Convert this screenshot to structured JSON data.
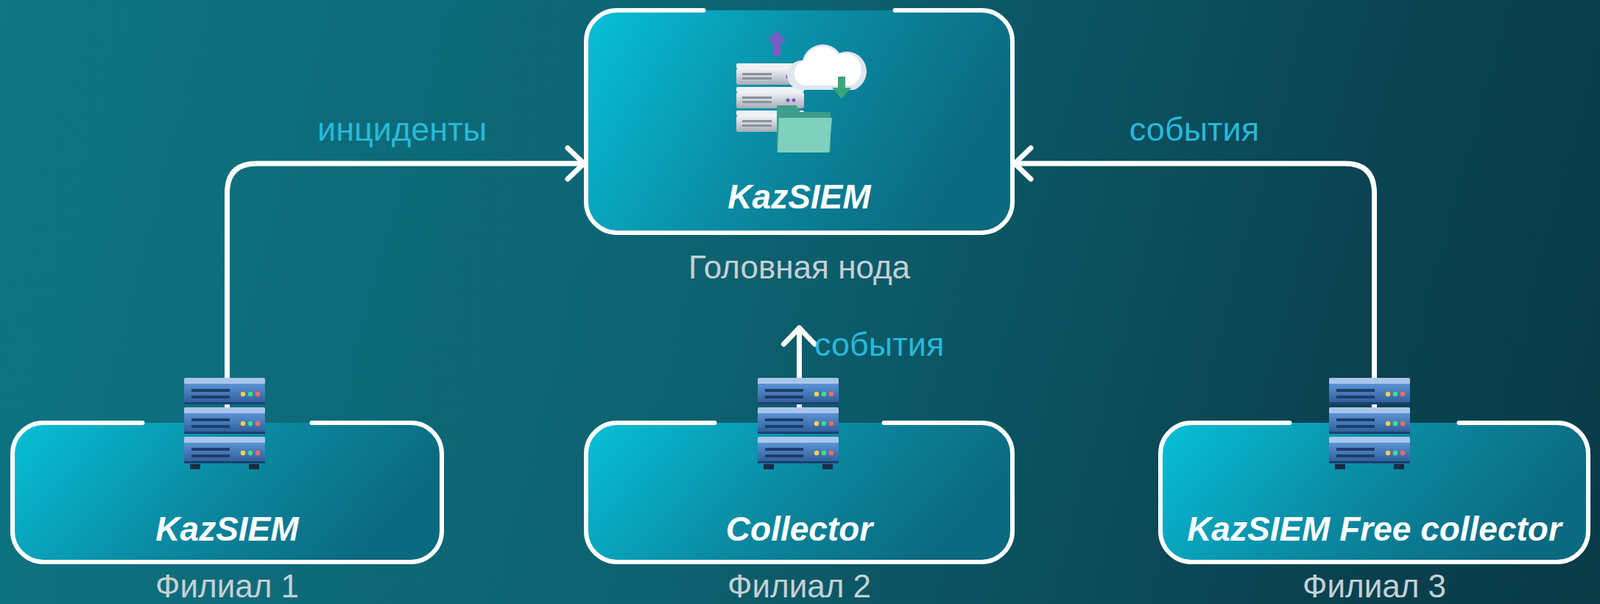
{
  "diagram": {
    "nodes": [
      {
        "text": [
          "KazSIEM",
          "Головная нода"
        ]
      },
      {
        "text": [
          "KazSIEM",
          "Филиал 1"
        ]
      },
      {
        "text": [
          "Collector",
          "Филиал 2"
        ]
      },
      {
        "text": [
          "KazSIEM Free collector",
          "Филиал 3"
        ]
      }
    ],
    "edges": [
      {
        "from": 1,
        "to": 0,
        "arrow": "to",
        "label": "инциденты"
      },
      {
        "from": 2,
        "to": 0,
        "arrow": "to",
        "label": "события"
      },
      {
        "from": 3,
        "to": 0,
        "arrow": "to",
        "label": "события"
      }
    ]
  }
}
